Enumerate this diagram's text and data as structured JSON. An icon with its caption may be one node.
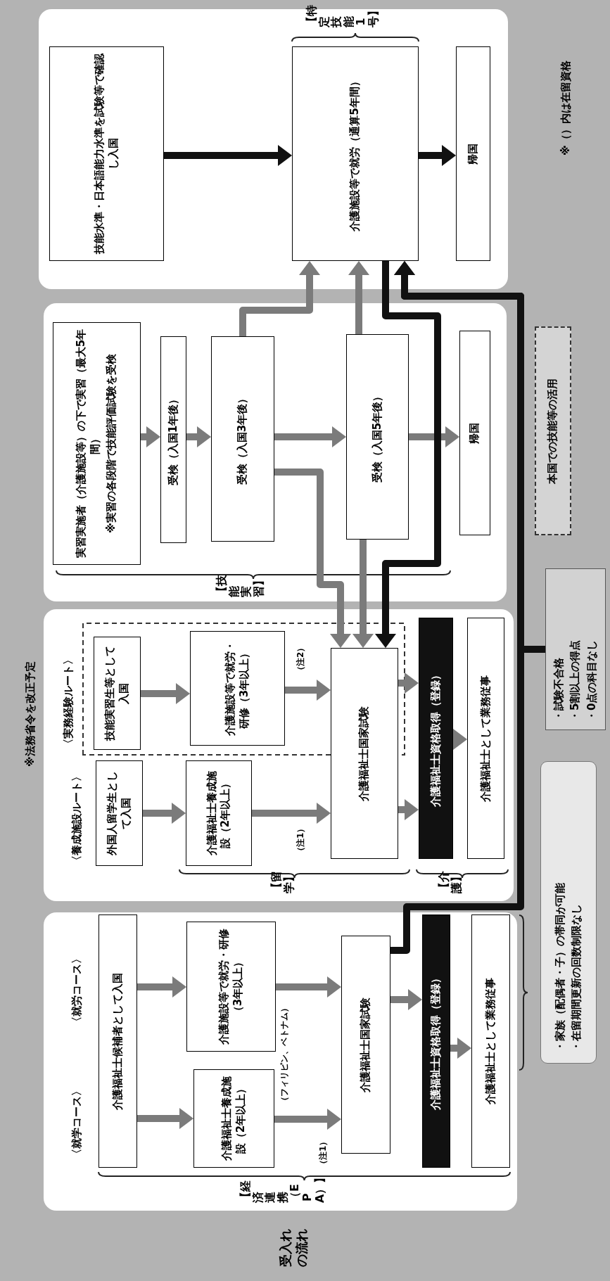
{
  "diagram": {
    "nodes": [
      {
        "text": [
          "介護福祉士候補者として入国"
        ]
      },
      {
        "text": [
          "介護福祉士養成施設（2年以上）"
        ],
        "beside": [
          "（フィリピン、ベトナム）"
        ]
      },
      {
        "text": [
          "介護施設等で就労・研修（3年以上）"
        ]
      },
      {
        "text": [
          "介護福祉士国家試験"
        ]
      },
      {
        "text": [
          "介護福祉士資格取得（登録）"
        ]
      },
      {
        "text": [
          "介護福祉士として業務従事"
        ]
      },
      {
        "text": [
          "外国人留学生として入国"
        ]
      },
      {
        "text": [
          "技能実習生等として入国"
        ]
      },
      {
        "text": [
          "介護福祉士養成施設（2年以上）"
        ]
      },
      {
        "text": [
          "介護施設等で就労・研修（3年以上）"
        ]
      },
      {
        "text": [
          "介護福祉士国家試験"
        ]
      },
      {
        "text": [
          "介護福祉士資格取得（登録）"
        ]
      },
      {
        "text": [
          "介護福祉士として業務従事"
        ]
      },
      {
        "text": [
          "・試験不合格",
          "・5割以上の得点",
          "・0点の科目なし"
        ]
      },
      {
        "text": [
          "・家族（配偶者・子）の帯同が可能",
          "・在留期間更新の回数制限なし"
        ]
      },
      {
        "text": [
          "実習実施者（介護施設等）の下で実習（最大5年間）",
          "※実習の各段階で技能評価試験を受検"
        ]
      },
      {
        "text": [
          "受検（入国1年後）"
        ]
      },
      {
        "text": [
          "受検（入国3年後）"
        ]
      },
      {
        "text": [
          "受検（入国5年後）"
        ]
      },
      {
        "text": [
          "帰国"
        ]
      },
      {
        "text": [
          "本国での技能等の活用"
        ]
      },
      {
        "text": [
          "技能水準・日本語能力水準を試験等で確認し入国"
        ]
      },
      {
        "text": [
          "介護施設等で就労（通算5年間）"
        ]
      },
      {
        "text": [
          "帰国"
        ]
      }
    ],
    "edges": [
      {
        "from": 0,
        "to": 1,
        "arrow": "to"
      },
      {
        "from": 0,
        "to": 2,
        "arrow": "to"
      },
      {
        "from": 1,
        "to": 3,
        "arrow": "to"
      },
      {
        "from": 2,
        "to": 3,
        "arrow": "to"
      },
      {
        "from": 3,
        "to": 4,
        "arrow": "to"
      },
      {
        "from": 4,
        "to": 5,
        "arrow": "to"
      },
      {
        "from": 6,
        "to": 8,
        "arrow": "to"
      },
      {
        "from": 7,
        "to": 9,
        "arrow": "to"
      },
      {
        "from": 8,
        "to": 10,
        "arrow": "to"
      },
      {
        "from": 9,
        "to": 10,
        "arrow": "to"
      },
      {
        "from": 10,
        "to": 11,
        "arrow": "to"
      },
      {
        "from": 10,
        "to": 11,
        "arrow": "to"
      },
      {
        "from": 11,
        "to": 12,
        "arrow": "to"
      },
      {
        "from": 15,
        "to": 16,
        "arrow": "to"
      },
      {
        "from": 16,
        "to": 17,
        "arrow": "to"
      },
      {
        "from": 17,
        "to": 18,
        "arrow": "to"
      },
      {
        "from": 17,
        "to": 10,
        "arrow": "to"
      },
      {
        "from": 17,
        "to": 22,
        "arrow": "to"
      },
      {
        "from": 18,
        "to": 10,
        "arrow": "to"
      },
      {
        "from": 18,
        "to": 22,
        "arrow": "to"
      },
      {
        "from": 18,
        "to": 19,
        "arrow": "to"
      },
      {
        "from": 22,
        "to": 10,
        "arrow": "to",
        "color": "#111111"
      },
      {
        "from": 21,
        "to": 22,
        "arrow": "to",
        "color": "#111111"
      },
      {
        "from": 22,
        "to": 23,
        "arrow": "to",
        "color": "#111111"
      },
      {
        "from": 3,
        "to": 22,
        "arrow": "to",
        "color": "#111111"
      },
      {
        "from": 13,
        "to": 22,
        "arrow": "to",
        "color": "#111111"
      }
    ],
    "labels": [
      "受入れの流れ",
      "〈就学コース〉",
      "〈就労コース〉",
      "【経済連携（EPA）】",
      "（注1）",
      "※法務省令を改正予定",
      "〈養成施設ルート〉",
      "〈実務経験ルート〉",
      "（注1）",
      "（注2）",
      "【留学】",
      "【介護】",
      "【技能実習】",
      "【特定技能1号】",
      "※（）内は在留資格"
    ]
  }
}
